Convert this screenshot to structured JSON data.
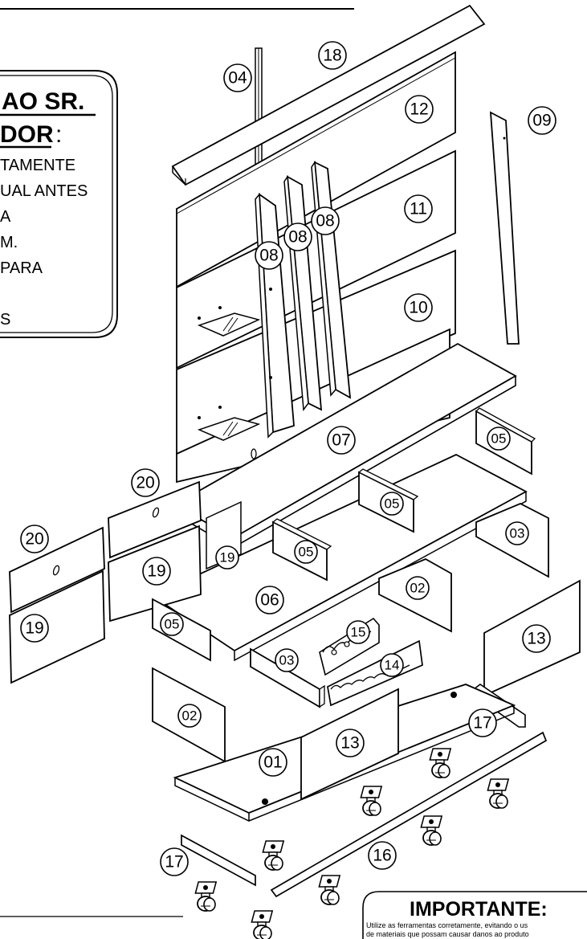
{
  "notice": {
    "line1": "AO SR.",
    "line2": "DOR",
    "line2_suffix": ":",
    "lines": [
      "TAMENTE",
      "UAL ANTES",
      "A",
      "M.",
      "PARA",
      "",
      "S"
    ]
  },
  "important": {
    "title": "IMPORTANTE:",
    "line1": "Utilize as ferramentas corretamente, evitando o us",
    "line2": "de materiais que possam causar danos ao produto"
  },
  "part_labels": {
    "p01": "01",
    "p02a": "02",
    "p02b": "02",
    "p03a": "03",
    "p03b": "03",
    "p04": "04",
    "p05a": "05",
    "p05b": "05",
    "p05c": "05",
    "p05d": "05",
    "p06": "06",
    "p07": "07",
    "p08a": "08",
    "p08b": "08",
    "p08c": "08",
    "p09": "09",
    "p10": "10",
    "p11": "11",
    "p12": "12",
    "p13a": "13",
    "p13b": "13",
    "p14": "14",
    "p15": "15",
    "p16": "16",
    "p17a": "17",
    "p17b": "17",
    "p18": "18",
    "p19a": "19",
    "p19b": "19",
    "p19c": "19",
    "p20a": "20",
    "p20b": "20"
  }
}
